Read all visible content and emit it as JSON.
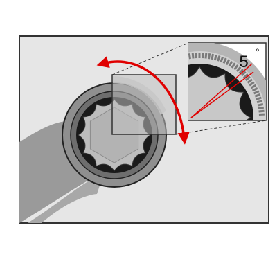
{
  "figure": {
    "angle_label": "5",
    "angle_unit": "°",
    "colors": {
      "frame_fill": "#e6e6e6",
      "frame_stroke": "#333333",
      "wrench_body": "#9a9a9a",
      "ring_outer": "#8f8f8f",
      "ring_inner_dark": "#1a1a1a",
      "socket_light": "#bdbdbd",
      "rotation_arrow": "#e00000",
      "callout_lines": "#333333"
    },
    "icons": {
      "rotation": "curved-double-arrow-icon",
      "zoom": "magnified-detail-inset",
      "angle": "angle-indicator-icon"
    },
    "ratchet_angle_degrees": 5
  }
}
